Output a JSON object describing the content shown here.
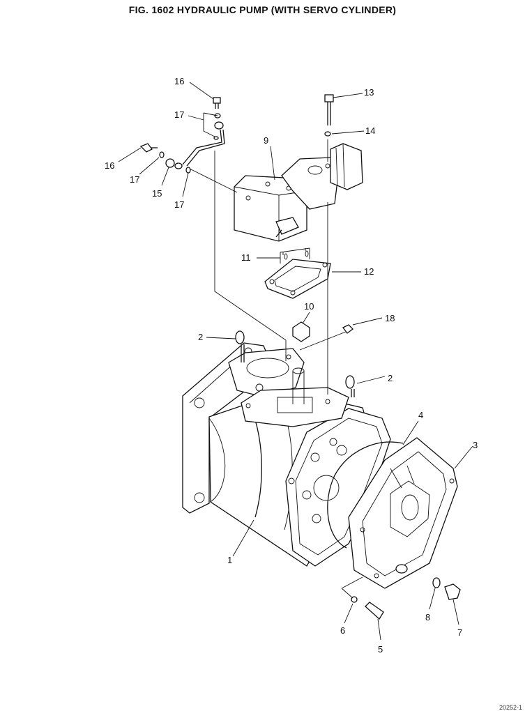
{
  "title": "FIG. 1602   HYDRAULIC PUMP (WITH SERVO CYLINDER)",
  "callouts": {
    "c1": "1",
    "c2a": "2",
    "c2b": "2",
    "c3": "3",
    "c4": "4",
    "c5": "5",
    "c6": "6",
    "c7": "7",
    "c8": "8",
    "c9": "9",
    "c10": "10",
    "c11": "11",
    "c12": "12",
    "c13": "13",
    "c14": "14",
    "c15": "15",
    "c16a": "16",
    "c16b": "16",
    "c17a": "17",
    "c17b": "17",
    "c17c": "17",
    "c18": "18"
  },
  "corner_code": "20252-1"
}
